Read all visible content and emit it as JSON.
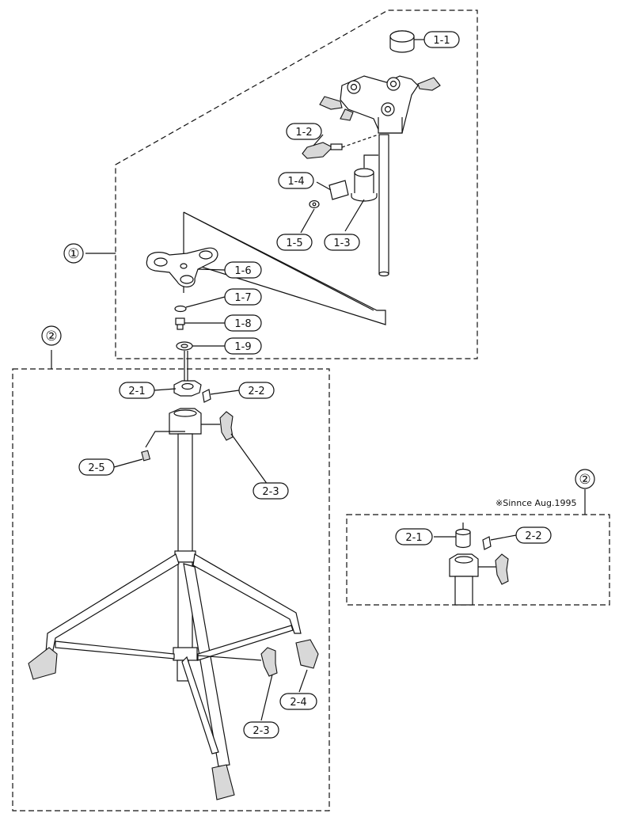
{
  "groups": {
    "group1": {
      "marker": "①"
    },
    "group2": {
      "marker": "②"
    },
    "group2_alt": {
      "marker": "②",
      "note": "※Sinnce Aug.1995"
    }
  },
  "labels": {
    "p1_1": "1-1",
    "p1_2": "1-2",
    "p1_3": "1-3",
    "p1_4": "1-4",
    "p1_5": "1-5",
    "p1_6": "1-6",
    "p1_7": "1-7",
    "p1_8": "1-8",
    "p1_9": "1-9",
    "p2_1": "2-1",
    "p2_2": "2-2",
    "p2_3a": "2-3",
    "p2_3b": "2-3",
    "p2_4": "2-4",
    "p2_5": "2-5",
    "alt_2_1": "2-1",
    "alt_2_2": "2-2"
  }
}
